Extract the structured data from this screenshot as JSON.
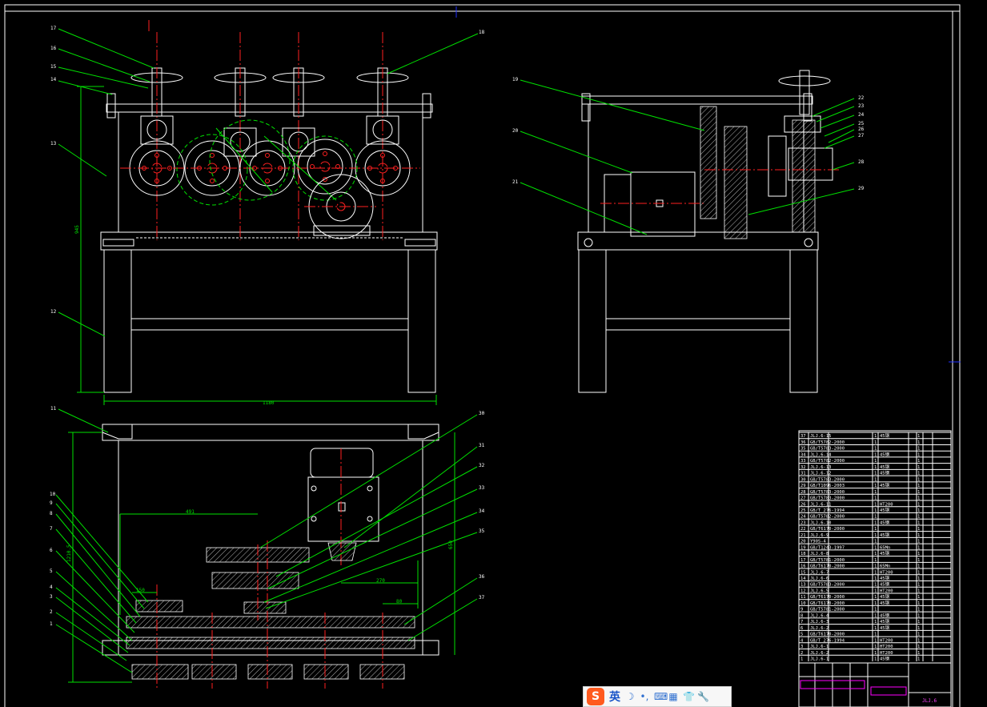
{
  "drawing": {
    "callouts_front": [
      "17",
      "16",
      "15",
      "14",
      "13",
      "12",
      "18"
    ],
    "callouts_side": [
      "19",
      "20",
      "21",
      "22",
      "23",
      "24",
      "25",
      "26",
      "27",
      "28",
      "29"
    ],
    "callouts_plan_left": [
      "11",
      "10",
      "9",
      "8",
      "7",
      "6",
      "5",
      "4",
      "3",
      "2",
      "1"
    ],
    "callouts_plan_right": [
      "30",
      "31",
      "32",
      "33",
      "34",
      "35",
      "36",
      "37"
    ],
    "dimensions": {
      "front_height": "945",
      "front_width": "1180",
      "plan_depth_left": "1210.5",
      "plan_depth_right": "650",
      "plan_dim_a": "491",
      "plan_dim_b": "270",
      "plan_dim_c": "80",
      "plan_dim_d": "150"
    }
  },
  "bom": {
    "rows": [
      [
        "37",
        "JLJ.6-15",
        "1",
        "45钢",
        "1"
      ],
      [
        "36",
        "GB/T5782-2000",
        "1",
        "",
        "1"
      ],
      [
        "35",
        "GB/T5783-2000",
        "1",
        "",
        "1"
      ],
      [
        "34",
        "JLJ.6-14",
        "1",
        "45钢",
        "1"
      ],
      [
        "33",
        "GB/T5782-2000",
        "1",
        "",
        "1"
      ],
      [
        "32",
        "JLJ.6-13",
        "1",
        "45钢",
        "1"
      ],
      [
        "31",
        "JLJ.6-12",
        "1",
        "45钢",
        "1"
      ],
      [
        "30",
        "GB/T5783-2000",
        "1",
        "",
        "1"
      ],
      [
        "29",
        "GB/T1096-2003",
        "1",
        "45钢",
        "1"
      ],
      [
        "28",
        "GB/T5783-2000",
        "1",
        "",
        "1"
      ],
      [
        "27",
        "GB/T5783-2000",
        "1",
        "",
        "1"
      ],
      [
        "26",
        "JLJ.6-11",
        "1",
        "HT200",
        "1"
      ],
      [
        "25",
        "GB/T 276-1994",
        "1",
        "45钢",
        "1"
      ],
      [
        "24",
        "GB/T5782-2000",
        "1",
        "",
        "1"
      ],
      [
        "23",
        "JLJ.6-10",
        "1",
        "45钢",
        "1"
      ],
      [
        "22",
        "GB/T6170-2000",
        "1",
        "",
        "1"
      ],
      [
        "21",
        "JLJ.6-9",
        "1",
        "45钢",
        "1"
      ],
      [
        "20",
        "Y90S-4",
        "1",
        "",
        "1"
      ],
      [
        "19",
        "GB/T1243-1997",
        "1",
        "65Mn",
        "1"
      ],
      [
        "18",
        "JLJ.6-8",
        "1",
        "45钢",
        "1"
      ],
      [
        "17",
        "GB/T5781-2000",
        "1",
        "",
        "1"
      ],
      [
        "16",
        "GB/T6170-2000",
        "1",
        "65Mn",
        "1"
      ],
      [
        "15",
        "JLJ.6-7",
        "1",
        "HT200",
        "1"
      ],
      [
        "14",
        "JLJ.6-6",
        "1",
        "45钢",
        "1"
      ],
      [
        "13",
        "GB/T5783-2000",
        "1",
        "45钢",
        "1"
      ],
      [
        "12",
        "JLJ.6-5",
        "1",
        "HT200",
        "1"
      ],
      [
        "11",
        "GB/T6170-2000",
        "1",
        "45钢",
        "1"
      ],
      [
        "10",
        "GB/T6170-2000",
        "1",
        "45钢",
        "1"
      ],
      [
        "9",
        "GB/T5781-2000",
        "1",
        "",
        "1"
      ],
      [
        "8",
        "JLJ.6-4",
        "1",
        "45钢",
        "1"
      ],
      [
        "7",
        "JLJ.6-3",
        "1",
        "45钢",
        "1"
      ],
      [
        "6",
        "JLJ.6-2",
        "1",
        "45钢",
        "1"
      ],
      [
        "5",
        "GB/T6170-2000",
        "1",
        "",
        "1"
      ],
      [
        "4",
        "GB/T 276-1994",
        "1",
        "HT200",
        "1"
      ],
      [
        "3",
        "JLJ.6-1",
        "1",
        "HT200",
        "1"
      ],
      [
        "2",
        "JLJ.6-2",
        "1",
        "HT200",
        "1"
      ],
      [
        "1",
        "JLJ.6-1",
        "1",
        "45钢",
        "1"
      ]
    ],
    "title_code": "JLJ.6"
  },
  "ime": {
    "lang_label": "英"
  }
}
